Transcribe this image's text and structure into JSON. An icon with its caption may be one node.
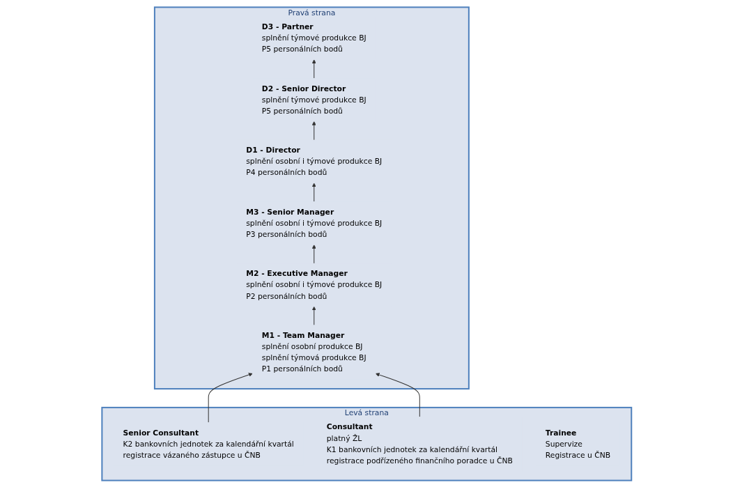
{
  "diagram": {
    "nodes": [
      {
        "text": [
          "Levá strana"
        ]
      },
      {
        "text": [
          "Senior Consultant",
          "K2 bankovních jednotek za kalendářní kvartál",
          "registrace vázaného zástupce u ČNB"
        ],
        "in": 0
      },
      {
        "text": [
          "Consultant",
          "platný ŽL",
          "K1 bankovních jednotek za kalendářní kvartál",
          "registrace podřízeného finančního poradce u ČNB"
        ],
        "in": 0
      },
      {
        "text": [
          "Trainee",
          "Supervize",
          "Registrace u ČNB"
        ],
        "in": 0
      },
      {
        "text": [
          "Pravá strana"
        ]
      },
      {
        "text": [
          "D3 - Partner",
          "splnění týmové produkce BJ",
          "P5 personálních bodů"
        ],
        "in": 4
      },
      {
        "text": [
          "D2 - Senior Director",
          "splnění týmové produkce BJ",
          "P5 personálních bodů"
        ],
        "in": 4
      },
      {
        "text": [
          "D1 - Director",
          "splnění osobní i týmové produkce BJ",
          "P4 personálních bodů"
        ],
        "in": 4
      },
      {
        "text": [
          "M3 - Senior Manager",
          "splnění osobní i týmové produkce BJ",
          "P3 personálních bodů"
        ],
        "in": 4
      },
      {
        "text": [
          "M2 - Executive Manager",
          "splnění osobní i týmové produkce BJ",
          "P2 personálních bodů"
        ],
        "in": 4
      },
      {
        "text": [
          "M1 - Team Manager",
          "splnění osobní produkce BJ",
          "splnění týmová produkce BJ",
          "P1 personálních bodů"
        ],
        "in": 4
      }
    ],
    "edges": [
      {
        "from": 1,
        "to": 10,
        "arrow": "to"
      },
      {
        "from": 2,
        "to": 10,
        "arrow": "to"
      },
      {
        "from": 10,
        "to": 9,
        "arrow": "to"
      },
      {
        "from": 9,
        "to": 8,
        "arrow": "to"
      },
      {
        "from": 8,
        "to": 7,
        "arrow": "to"
      },
      {
        "from": 7,
        "to": 6,
        "arrow": "to"
      },
      {
        "from": 6,
        "to": 5,
        "arrow": "to"
      }
    ]
  }
}
